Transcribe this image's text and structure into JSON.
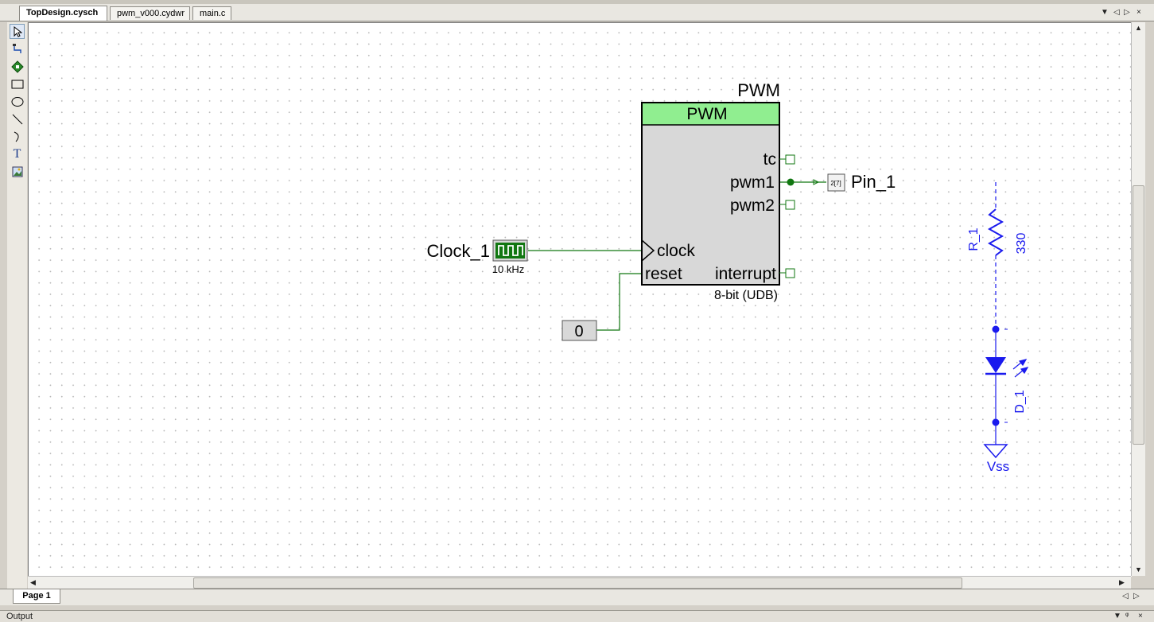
{
  "tabs": [
    {
      "label": "TopDesign.cysch",
      "active": true
    },
    {
      "label": "pwm_v000.cydwr",
      "active": false
    },
    {
      "label": "main.c",
      "active": false
    }
  ],
  "tab_controls": [
    "▼",
    "◁",
    "▷",
    "×"
  ],
  "tools": [
    "select-icon",
    "wire-icon",
    "component-icon",
    "rectangle-icon",
    "ellipse-icon",
    "line-icon",
    "arc-icon",
    "text-icon",
    "image-icon"
  ],
  "tool_text_glyph": "T",
  "schematic": {
    "pwm": {
      "instance_name": "PWM",
      "header": "PWM",
      "subtitle": "8-bit (UDB)",
      "pins": {
        "tc": "tc",
        "pwm1": "pwm1",
        "pwm2": "pwm2",
        "clock": "clock",
        "reset": "reset",
        "interrupt": "interrupt"
      }
    },
    "clock": {
      "name": "Clock_1",
      "freq": "10 kHz"
    },
    "constant": {
      "value": "0"
    },
    "pin": {
      "name": "Pin_1",
      "symbol": "2[7]"
    },
    "resistor": {
      "name": "R_1",
      "value": "330"
    },
    "led": {
      "name": "D_1"
    },
    "ground": {
      "name": "Vss"
    }
  },
  "colors": {
    "wire": "#117711",
    "block_header": "#90ee90",
    "block_body": "#d8d8d8",
    "analog": "#1a1aee"
  },
  "page_tab": "Page 1",
  "page_controls": [
    "◁",
    "▷"
  ],
  "output_label": "Output",
  "output_controls": [
    "▼",
    "ᵠ",
    "×"
  ]
}
